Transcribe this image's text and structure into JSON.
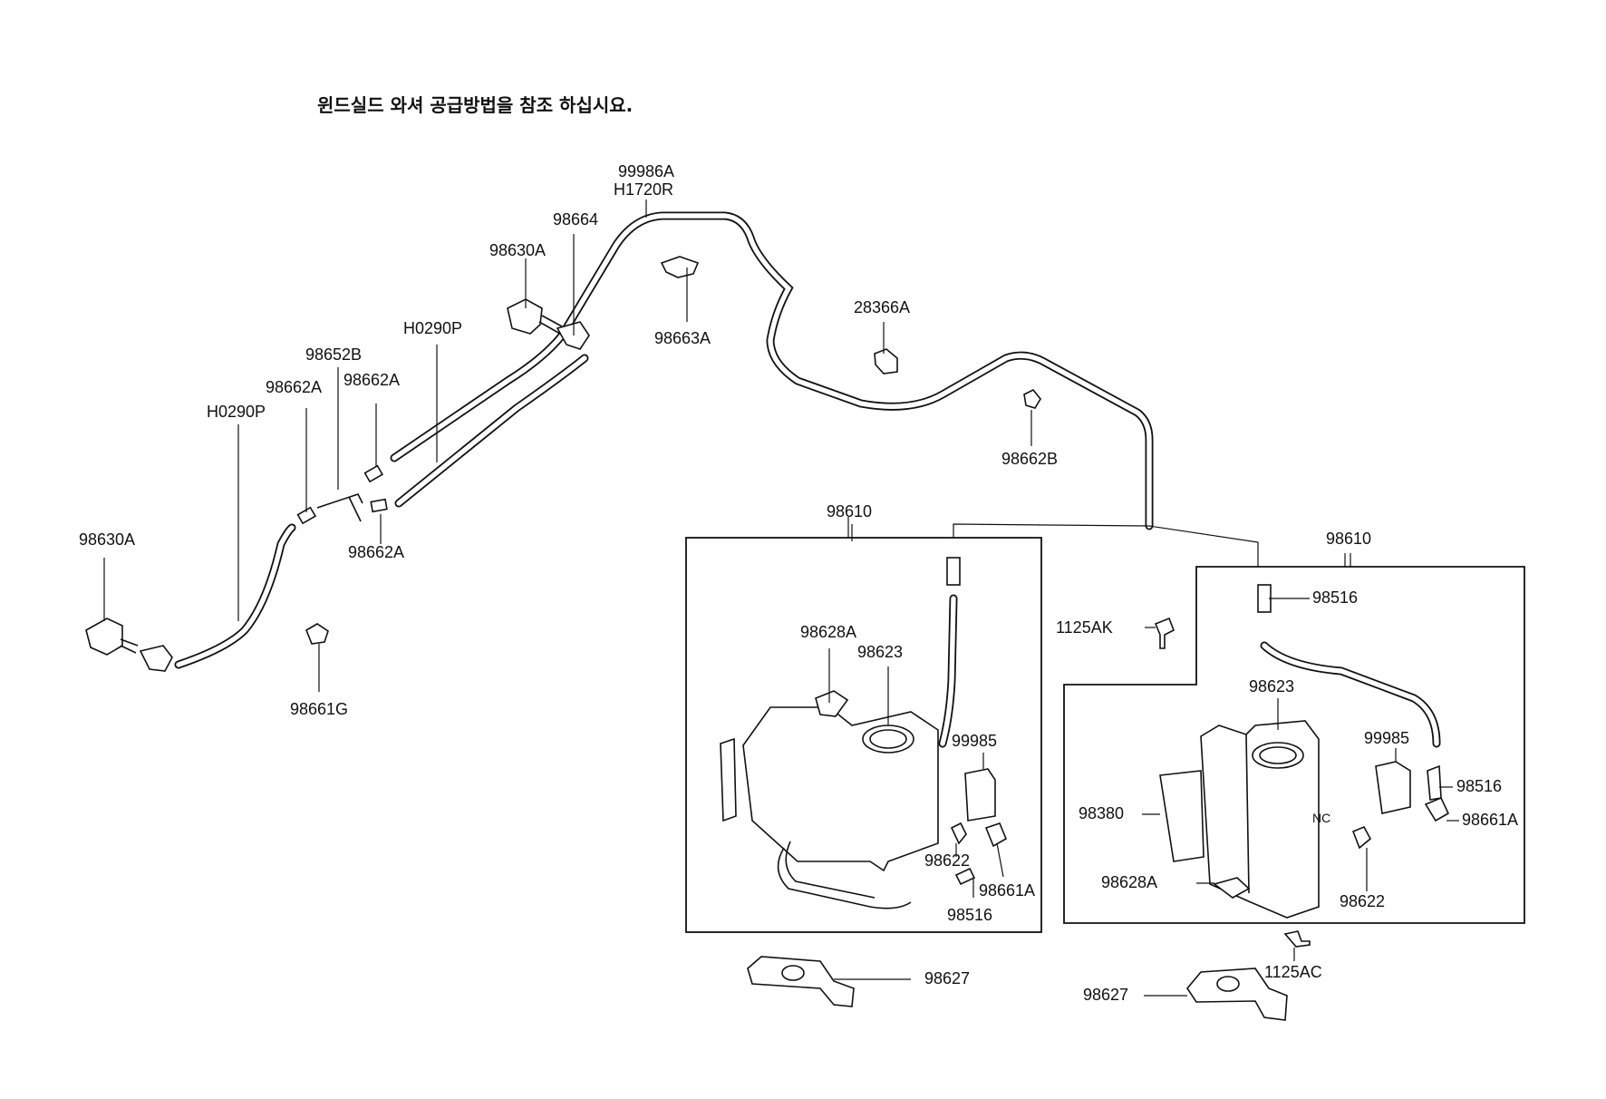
{
  "title": "윈드실드 와셔 공급방법을 참조 하십시요.",
  "labels": {
    "p99986a": "99986A",
    "h1720r": "H1720R",
    "p98664": "98664",
    "p98630a_top": "98630A",
    "p98663a": "98663A",
    "p28366a": "28366A",
    "h0290p_right": "H0290P",
    "p98652b": "98652B",
    "p98662a_left": "98662A",
    "p98662a_mid": "98662A",
    "h0290p_left": "H0290P",
    "p98662b": "98662B",
    "p98662a_low": "98662A",
    "p98630a_left": "98630A",
    "p98661g": "98661G",
    "p98610_left": "98610",
    "p98610_right": "98610",
    "p98628a_left": "98628A",
    "p98623_left": "98623",
    "p99985_left": "99985",
    "p98622_left": "98622",
    "p98661a_left": "98661A",
    "p98516_left": "98516",
    "p98627_left": "98627",
    "p1125ak": "1125AK",
    "p98516_right_top": "98516",
    "p98623_right": "98623",
    "p99985_right": "99985",
    "p98516_right_mid": "98516",
    "p98661a_right": "98661A",
    "p98380": "98380",
    "p98628a_right": "98628A",
    "p98622_right": "98622",
    "p1125ac": "1125AC",
    "p98627_right": "98627"
  },
  "tank_marking": "NC"
}
